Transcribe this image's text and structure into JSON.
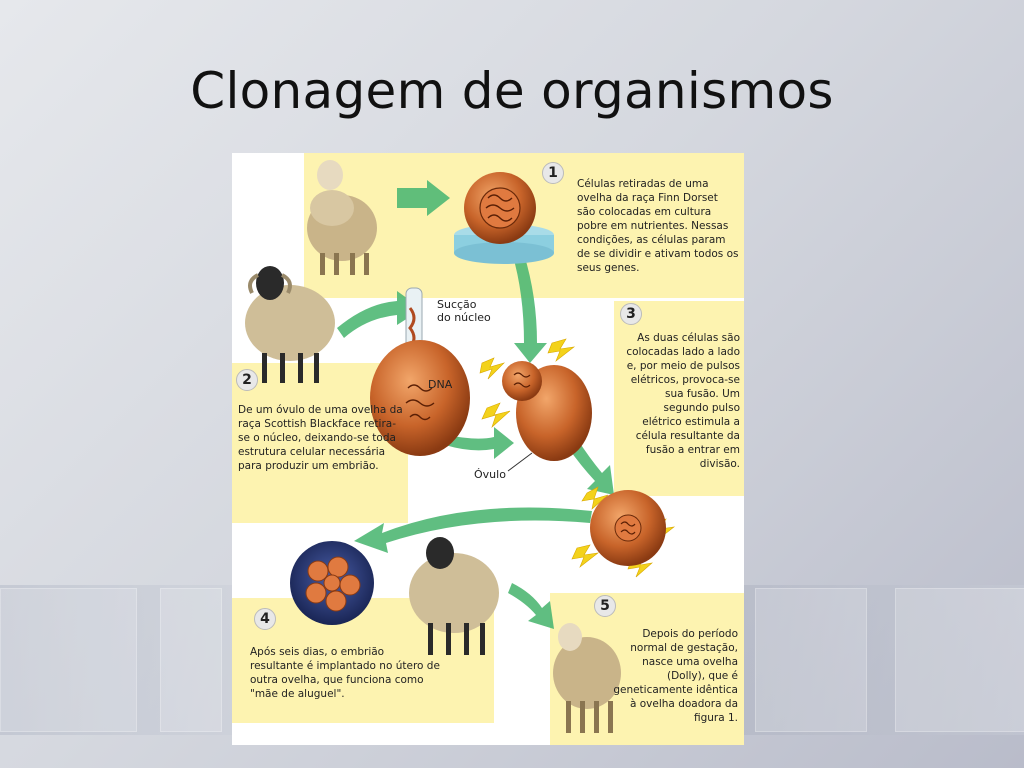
{
  "slide": {
    "title": "Clonagem de organismos"
  },
  "figure": {
    "steps": [
      {
        "number": "1",
        "text": "Células retiradas de uma ovelha da raça Finn Dorset são colocadas em cultura pobre em nutrientes. Nessas condições, as células param de se dividir e ativam todos os seus genes."
      },
      {
        "number": "2",
        "text": "De um óvulo de uma ovelha da raça Scottish Blackface retira-se o núcleo, deixando-se toda estrutura celular necessária para produzir um embrião."
      },
      {
        "number": "3",
        "text": "As duas células são colocadas lado a lado e, por meio de pulsos elétricos, provoca-se sua fusão. Um segundo pulso elétrico estimula a célula resultante da fusão a entrar em divisão."
      },
      {
        "number": "4",
        "text": "Após seis dias, o embrião resultante é implantado no útero de outra ovelha, que funciona como \"mãe de aluguel\"."
      },
      {
        "number": "5",
        "text": "Depois do período normal de gestação, nasce uma ovelha (Dolly), que é geneticamente idêntica à ovelha doadora da figura 1."
      }
    ],
    "labels": {
      "suction_line1": "Sucção",
      "suction_line2": "do núcleo",
      "dna": "DNA",
      "ovulo": "Óvulo"
    },
    "colors": {
      "panel": "#fdf3b0",
      "cell": "#c8642a",
      "arrow": "#4fb874",
      "spark": "#f3d21b",
      "embryo_bg": "#2a3a7a"
    }
  }
}
